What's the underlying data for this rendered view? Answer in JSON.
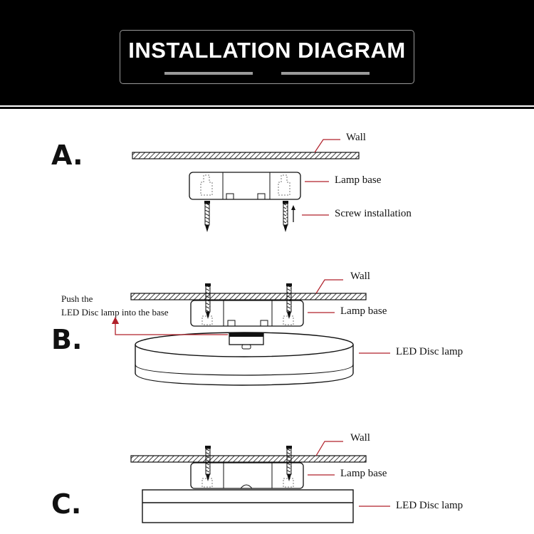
{
  "header": {
    "title": "INSTALLATION DIAGRAM"
  },
  "steps": [
    {
      "letter": "A.",
      "labels": {
        "wall": "Wall",
        "base": "Lamp base",
        "screw": "Screw installation"
      }
    },
    {
      "letter": "B.",
      "labels": {
        "wall": "Wall",
        "base": "Lamp base",
        "lamp": "LED Disc lamp"
      },
      "note": [
        "Push the",
        "LED Disc lamp into the base"
      ]
    },
    {
      "letter": "C.",
      "labels": {
        "wall": "Wall",
        "base": "Lamp base",
        "lamp": "LED Disc lamp"
      }
    }
  ],
  "colors": {
    "leader": "#b0202a",
    "banner": "#000000",
    "title_text": "#ffffff",
    "accent_line": "#9a9a9a"
  }
}
